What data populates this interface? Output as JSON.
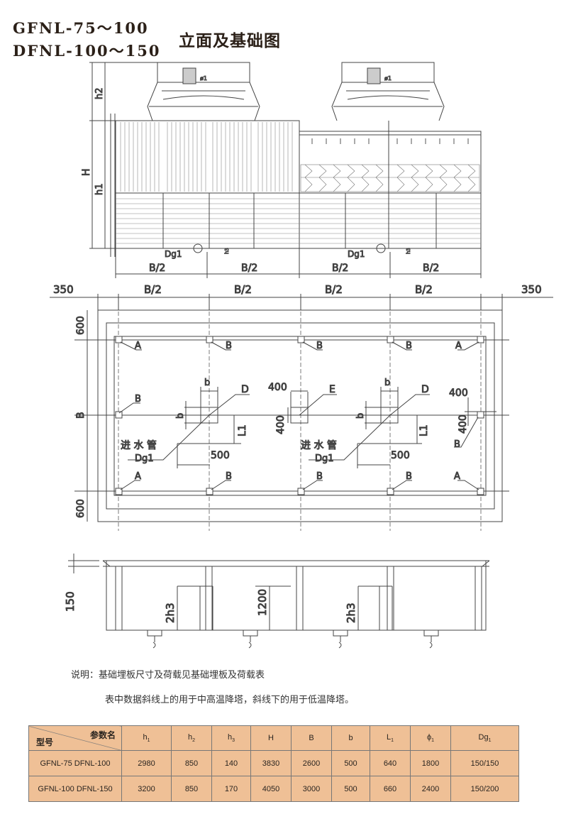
{
  "title": {
    "model_line1": "GFNL-75～100",
    "model_line2": "DFNL-100～150",
    "drawing_name": "立面及基础图"
  },
  "elevation": {
    "labels": {
      "h2": "h2",
      "H": "H",
      "h1": "h1",
      "phi1": "ø1",
      "dg1": "Dg1",
      "h3": "h3"
    },
    "bottom_dims": [
      "B/2",
      "B/2",
      "B/2",
      "B/2"
    ]
  },
  "plan": {
    "top_dims": {
      "left": "350",
      "right": "350",
      "spans": [
        "B/2",
        "B/2",
        "B/2",
        "B/2"
      ]
    },
    "side_dims": {
      "top": "600",
      "middle": "B",
      "bottom": "600"
    },
    "top_markers": [
      "A",
      "B",
      "B",
      "B",
      "A"
    ],
    "bottom_markers": [
      "A",
      "B",
      "B",
      "B",
      "A"
    ],
    "mid_markers": {
      "left": "B",
      "right": "B"
    },
    "pits": {
      "D": "D",
      "E": "E",
      "b": "b",
      "400": "400",
      "L1": "L1",
      "500": "500",
      "inlet": "进 水 管",
      "dg1": "Dg1"
    }
  },
  "section": {
    "labels": {
      "150": "150",
      "2h3": "2h3",
      "1200": "1200"
    }
  },
  "notes": {
    "line1": "说明：基础埋板尺寸及荷载见基础埋板及荷载表",
    "line2": "表中数据斜线上的用于中高温降塔，斜线下的用于低温降塔。"
  },
  "table": {
    "corner_param": "参数名",
    "corner_model": "型号",
    "columns": [
      {
        "base": "h",
        "sub": "1"
      },
      {
        "base": "h",
        "sub": "2"
      },
      {
        "base": "h",
        "sub": "3"
      },
      {
        "base": "H",
        "sub": ""
      },
      {
        "base": "B",
        "sub": ""
      },
      {
        "base": "b",
        "sub": ""
      },
      {
        "base": "L",
        "sub": "1"
      },
      {
        "base": "ϕ",
        "sub": "1"
      },
      {
        "base": "Dg",
        "sub": "1"
      }
    ],
    "rows": [
      {
        "model": "GFNL-75 DFNL-100",
        "values": [
          "2980",
          "850",
          "140",
          "3830",
          "2600",
          "500",
          "640",
          "1800",
          "150/150"
        ]
      },
      {
        "model": "GFNL-100 DFNL-150",
        "values": [
          "3200",
          "850",
          "170",
          "4050",
          "3000",
          "500",
          "660",
          "2400",
          "150/200"
        ]
      }
    ],
    "bg_color": "#efc096"
  }
}
